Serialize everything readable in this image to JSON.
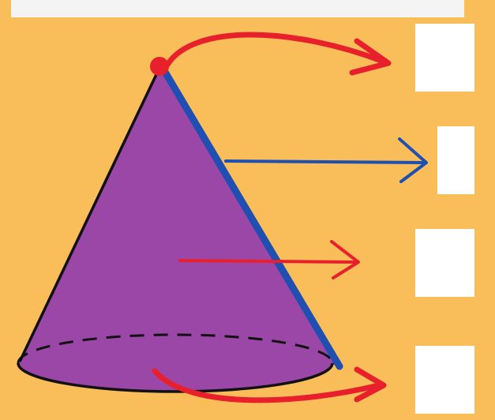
{
  "diagram": {
    "subject": "cone",
    "colors": {
      "background": "#f9bd5a",
      "top_strip": "#f4f4f4",
      "cone_fill": "#9b47a8",
      "slant_edge": "#1f4fb0",
      "apex_and_radius": "#e8202c",
      "axis_arrow": "#1f4fb0",
      "outline": "#111111",
      "answer_box": "#ffffff"
    },
    "answer_boxes": [
      {
        "target": "apex",
        "text": ""
      },
      {
        "target": "slant-height",
        "text": ""
      },
      {
        "target": "height",
        "text": ""
      },
      {
        "target": "base-radius",
        "text": ""
      }
    ]
  }
}
